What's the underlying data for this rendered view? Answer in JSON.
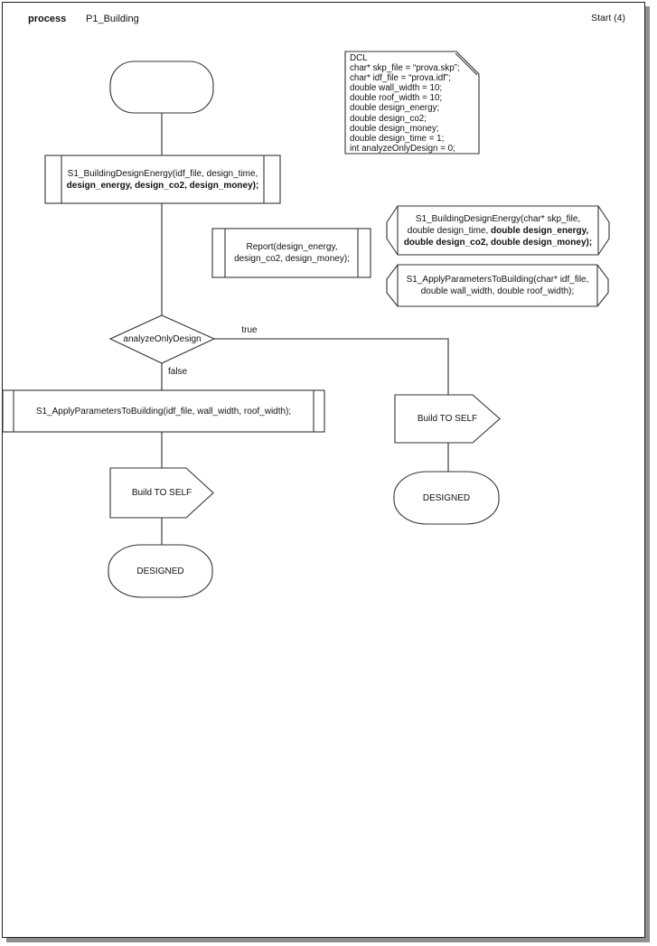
{
  "header": {
    "kind_label": "process",
    "process_name": "P1_Building",
    "page_label": "Start (4)"
  },
  "colors": {
    "shape_stroke": "#333333",
    "connector": "#6e6e6e",
    "text": "#111111",
    "sheet_border": "#1f1f1f",
    "shadow": "#8f8f8f"
  },
  "nodes": {
    "dcl": {
      "lines": [
        "DCL",
        "char* skp_file = “prova.skp”;",
        "char* idf_file = “prova.idf”;",
        "double wall_width = 10;",
        "double roof_width = 10;",
        "double design_energy;",
        "double design_co2;",
        "double design_money;",
        "double design_time = 1;",
        "int analyzeOnlyDesign = 0;"
      ]
    },
    "call_energy": {
      "line1": "S1_BuildingDesignEnergy(idf_file, design_time,",
      "line2": "design_energy, design_co2, design_money);"
    },
    "report": {
      "line1": "Report(design_energy,",
      "line2": "design_co2, design_money);"
    },
    "decl_energy": {
      "line1": "S1_BuildingDesignEnergy(char* skp_file,",
      "line2_normal": "double design_time,",
      "line2_bold": " double design_energy,",
      "line3": "double design_co2, double design_money);"
    },
    "decl_apply": {
      "line1": "S1_ApplyParametersToBuilding(char* idf_file,",
      "line2": "double wall_width, double roof_width);"
    },
    "decision": {
      "label": "analyzeOnlyDesign"
    },
    "call_apply": {
      "label": "S1_ApplyParametersToBuilding(idf_file, wall_width, roof_width);"
    },
    "build_left": {
      "label": "Build TO SELF"
    },
    "designed_left": {
      "label": "DESIGNED"
    },
    "build_right": {
      "label": "Build TO SELF"
    },
    "designed_right": {
      "label": "DESIGNED"
    }
  },
  "edges": {
    "true_label": "true",
    "false_label": "false"
  }
}
